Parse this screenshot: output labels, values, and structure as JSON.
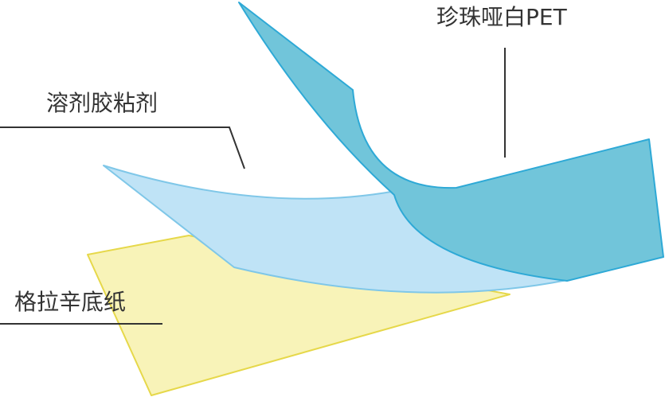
{
  "labels": {
    "top_layer": "珍珠哑白PET",
    "middle_layer": "溶剂胶粘剂",
    "bottom_layer": "格拉辛底纸"
  },
  "colors": {
    "pet_fill": "#71c5da",
    "pet_stroke": "#2ea9d6",
    "adhesive_fill": "#bfe3f6",
    "adhesive_stroke": "#7fc7e8",
    "paper_fill": "#f8f3b8",
    "paper_stroke": "#e6d84a",
    "leader_line": "#333333"
  }
}
